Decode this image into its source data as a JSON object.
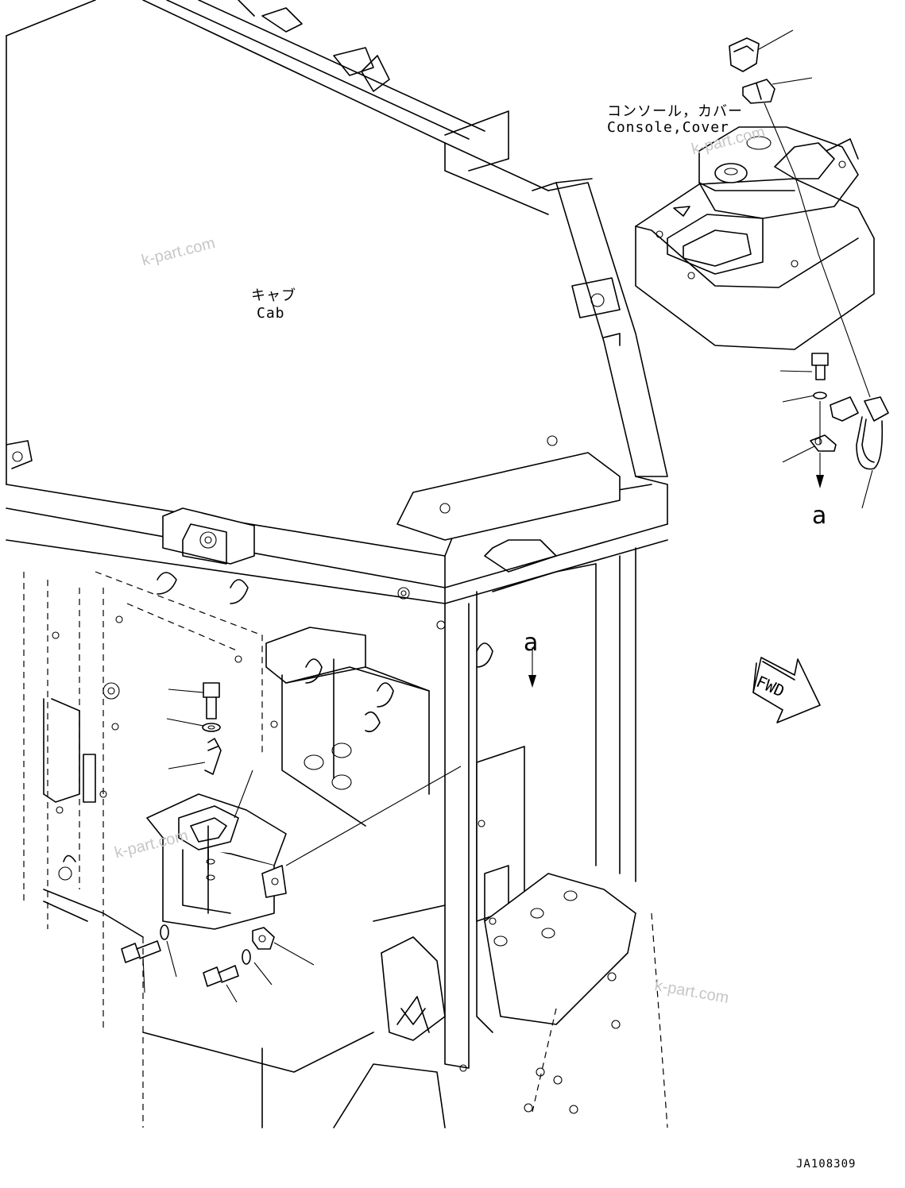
{
  "labels": {
    "cab_jp": "キャブ",
    "cab_en": "Cab",
    "console_jp": "コンソール，カバー",
    "console_en": "Console,Cover",
    "view_a_arrow": "a",
    "view_a_detail": "a",
    "fwd": "FWD",
    "drawing_code": "JA108309"
  },
  "watermarks": [
    "k-part.com",
    "k-part.com",
    "k-part.com",
    "k-part.com"
  ],
  "icons": {
    "fwd_arrow": "fwd-arrow-icon"
  }
}
